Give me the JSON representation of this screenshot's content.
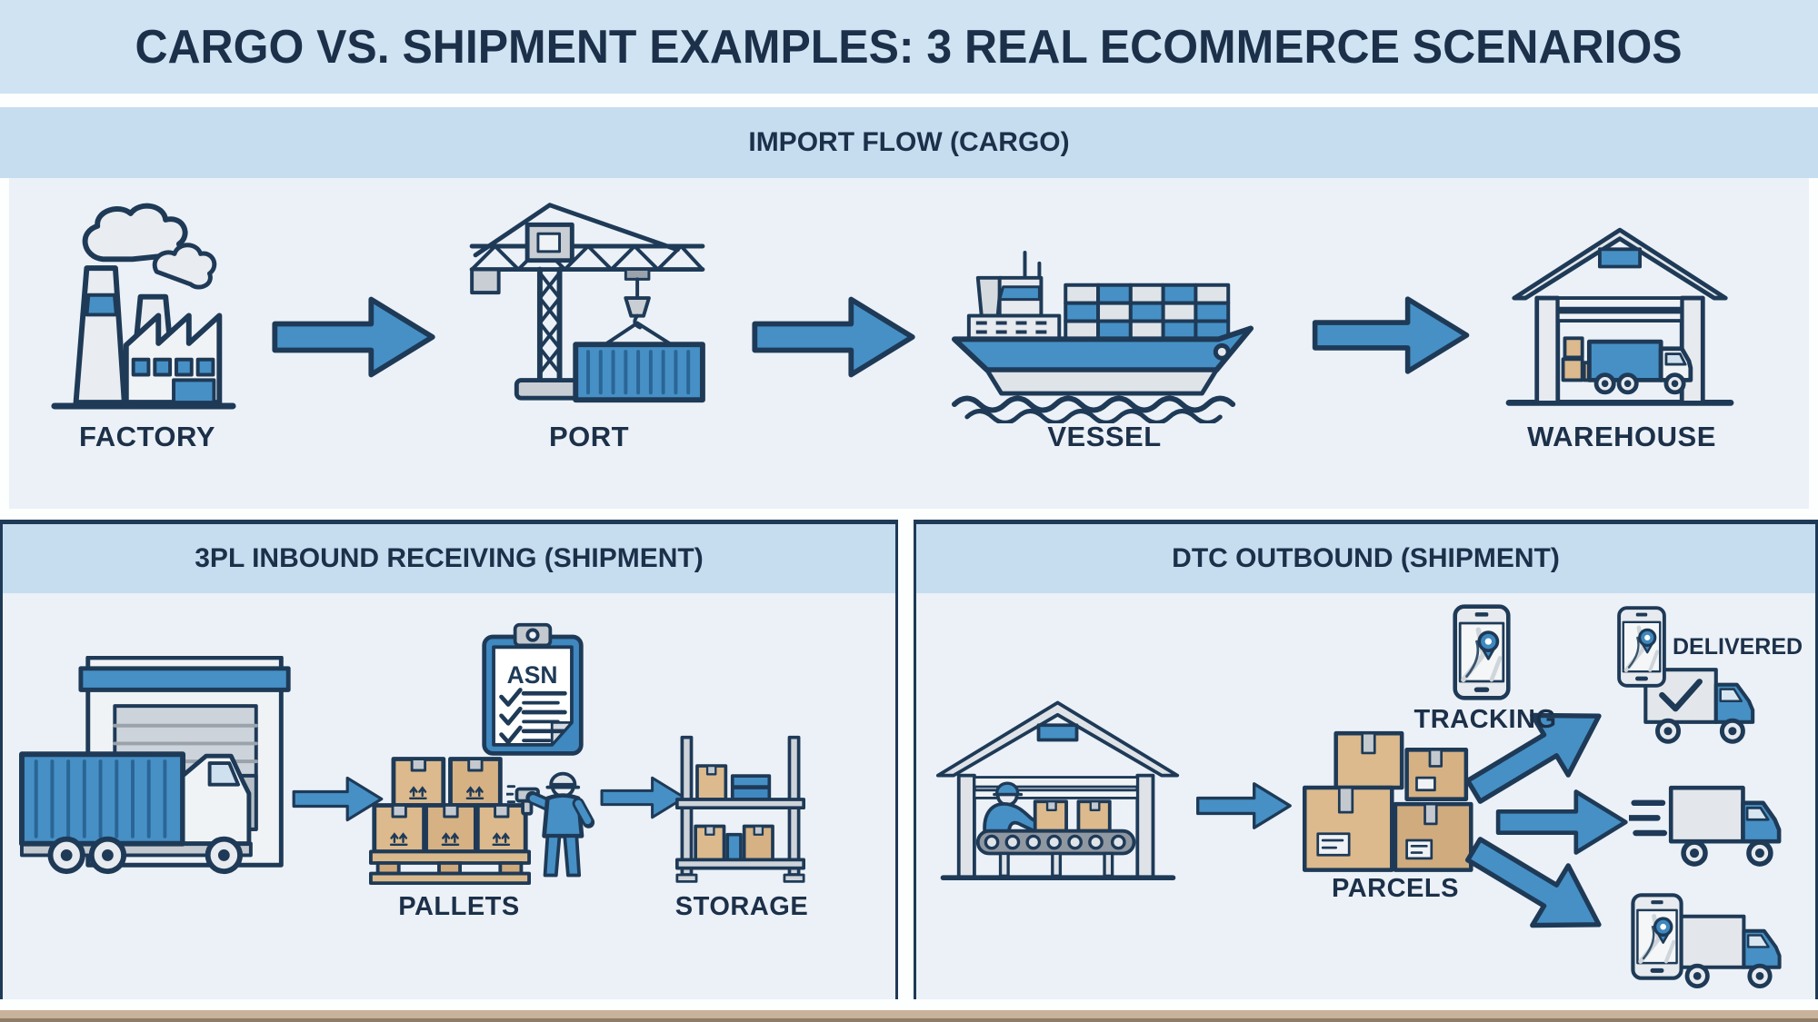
{
  "title": "CARGO VS. SHIPMENT EXAMPLES: 3 REAL ECOMMERCE SCENARIOS",
  "import_flow": {
    "header": "IMPORT FLOW (CARGO)",
    "steps": [
      {
        "label": "FACTORY"
      },
      {
        "label": "PORT"
      },
      {
        "label": "VESSEL"
      },
      {
        "label": "WAREHOUSE"
      }
    ]
  },
  "inbound": {
    "header": "3PL INBOUND RECEIVING (SHIPMENT)",
    "asn": "ASN",
    "pallets_label": "PALLETS",
    "storage_label": "STORAGE"
  },
  "outbound": {
    "header": "DTC OUTBOUND (SHIPMENT)",
    "tracking_label": "TRACKING",
    "delivered_label": "DELIVERED",
    "parcels_label": "PARCELS"
  },
  "colors": {
    "title_band": "#cfe3f2",
    "header_band": "#c6ddf0",
    "panel_body": "#ebf1f7",
    "navy": "#1e3a57",
    "text": "#1c3049",
    "blue": "#4690c5",
    "light_gray": "#e7eaee",
    "tan_box": "#dcba8d",
    "footer": "#c8b29a",
    "footer_line": "#8e7c69"
  }
}
